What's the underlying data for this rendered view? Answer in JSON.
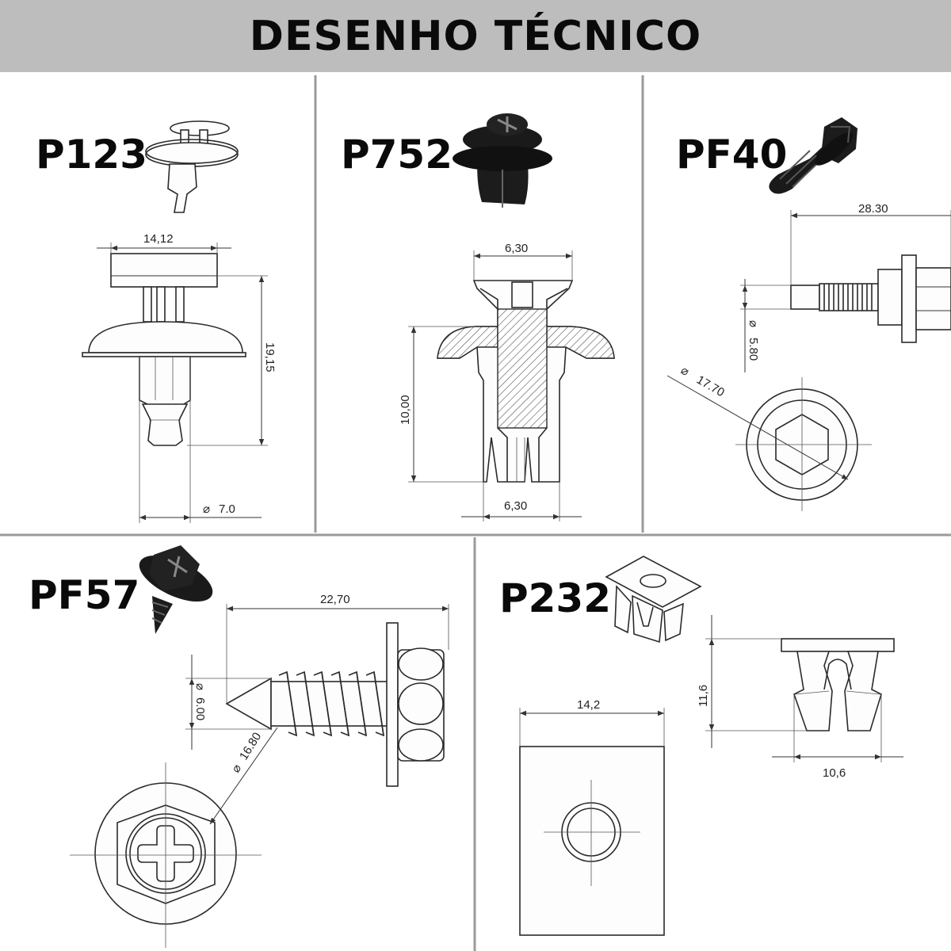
{
  "header": {
    "title": "DESENHO TÉCNICO"
  },
  "parts": {
    "p123": {
      "code": "P123",
      "dim_width": "14,12",
      "dim_height": "19,15",
      "dim_diameter": "7.0"
    },
    "p752": {
      "code": "P752",
      "dim_top": "6,30",
      "dim_height": "10,00",
      "dim_bottom": "6,30"
    },
    "pf40": {
      "code": "PF40",
      "dim_length": "28.30",
      "dim_shaft": "5.80",
      "dim_head": "17.70"
    },
    "pf57": {
      "code": "PF57",
      "dim_length": "22,70",
      "dim_shaft": "6.00",
      "dim_head": "16.80"
    },
    "p232": {
      "code": "P232",
      "dim_width": "14,2",
      "dim_height": "11,6",
      "dim_bottom": "10,6"
    }
  },
  "symbols": {
    "diameter": "⌀"
  },
  "colors": {
    "header_bg": "#bdbdbd",
    "separator": "#9a9a9a",
    "ink": "#0a0a0a"
  }
}
